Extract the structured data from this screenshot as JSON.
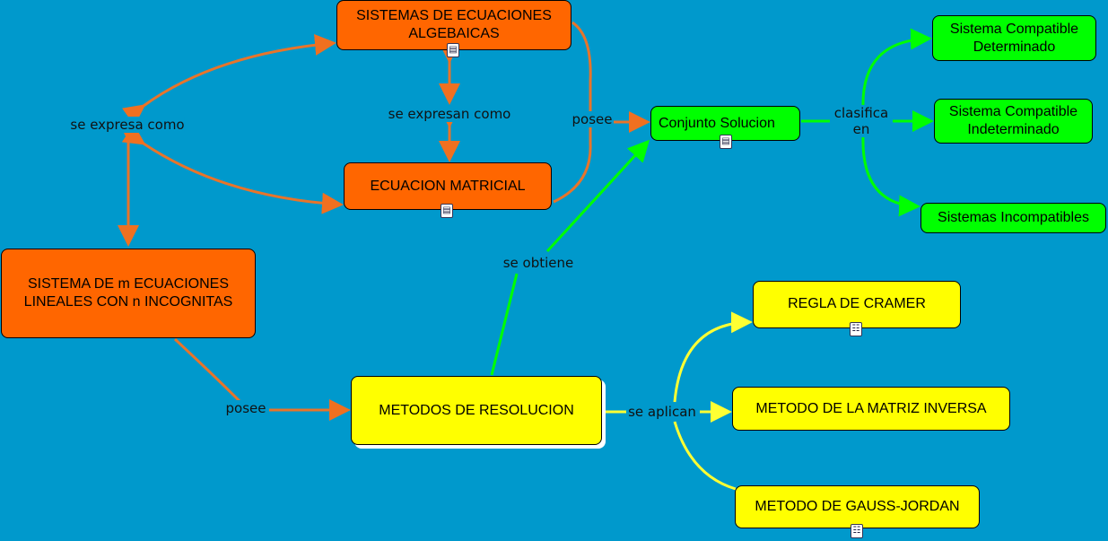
{
  "colors": {
    "background": "#0099cc",
    "orange": "#ff6600",
    "yellow": "#ffff00",
    "green": "#00ff00"
  },
  "nodes": {
    "sea": "SISTEMAS DE ECUACIONES ALGEBAICAS",
    "em": "ECUACION MATRICIAL",
    "sml": "SISTEMA DE m ECUACIONES LINEALES CON n INCOGNITAS",
    "mr": "METODOS DE RESOLUCION",
    "cs": "Conjunto Solucion",
    "scd": "Sistema Compatible Determinado",
    "sci": "Sistema Compatible Indeterminado",
    "si": "Sistemas Incompatibles",
    "rc": "REGLA DE CRAMER",
    "mmi": "METODO DE LA MATRIZ INVERSA",
    "mgj": "METODO DE GAUSS-JORDAN"
  },
  "links": {
    "se_expresa_como": "se expresa como",
    "se_expresan_como": "se expresan como",
    "posee_top": "posee",
    "clasifica_en": "clasifica en",
    "se_obtiene": "se obtiene",
    "posee_bottom": "posee",
    "se_aplican": "se aplican"
  },
  "icons": {
    "document": "document-icon",
    "submap": "submap-icon"
  }
}
